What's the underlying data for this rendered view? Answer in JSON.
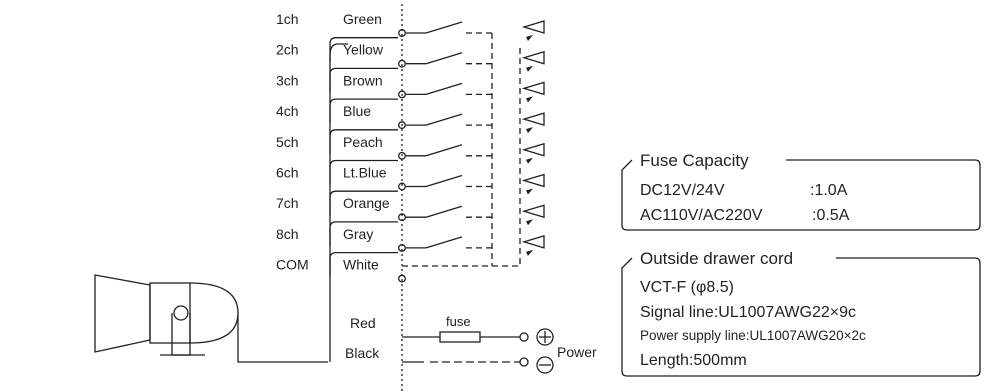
{
  "channels": [
    {
      "ch": "1ch",
      "color": "Green"
    },
    {
      "ch": "2ch",
      "color": "Yellow"
    },
    {
      "ch": "3ch",
      "color": "Brown"
    },
    {
      "ch": "4ch",
      "color": "Blue"
    },
    {
      "ch": "5ch",
      "color": "Peach"
    },
    {
      "ch": "6ch",
      "color": "Lt.Blue"
    },
    {
      "ch": "7ch",
      "color": "Orange"
    },
    {
      "ch": "8ch",
      "color": "Gray"
    },
    {
      "ch": "COM",
      "color": "White"
    }
  ],
  "power_wires": {
    "red": "Red",
    "black": "Black",
    "fuse": "fuse",
    "power": "Power"
  },
  "fuse_panel": {
    "title": "Fuse Capacity",
    "rows": [
      {
        "label": "DC12V/24V",
        "value": ":1.0A"
      },
      {
        "label": "AC110V/AC220V",
        "value": ":0.5A"
      }
    ]
  },
  "cord_panel": {
    "title": "Outside drawer cord",
    "line1": "VCT-F (φ8.5)",
    "line2": "Signal line:UL1007AWG22×9c",
    "line3": "Power supply line:UL1007AWG20×2c",
    "line4": "Length:500mm"
  }
}
